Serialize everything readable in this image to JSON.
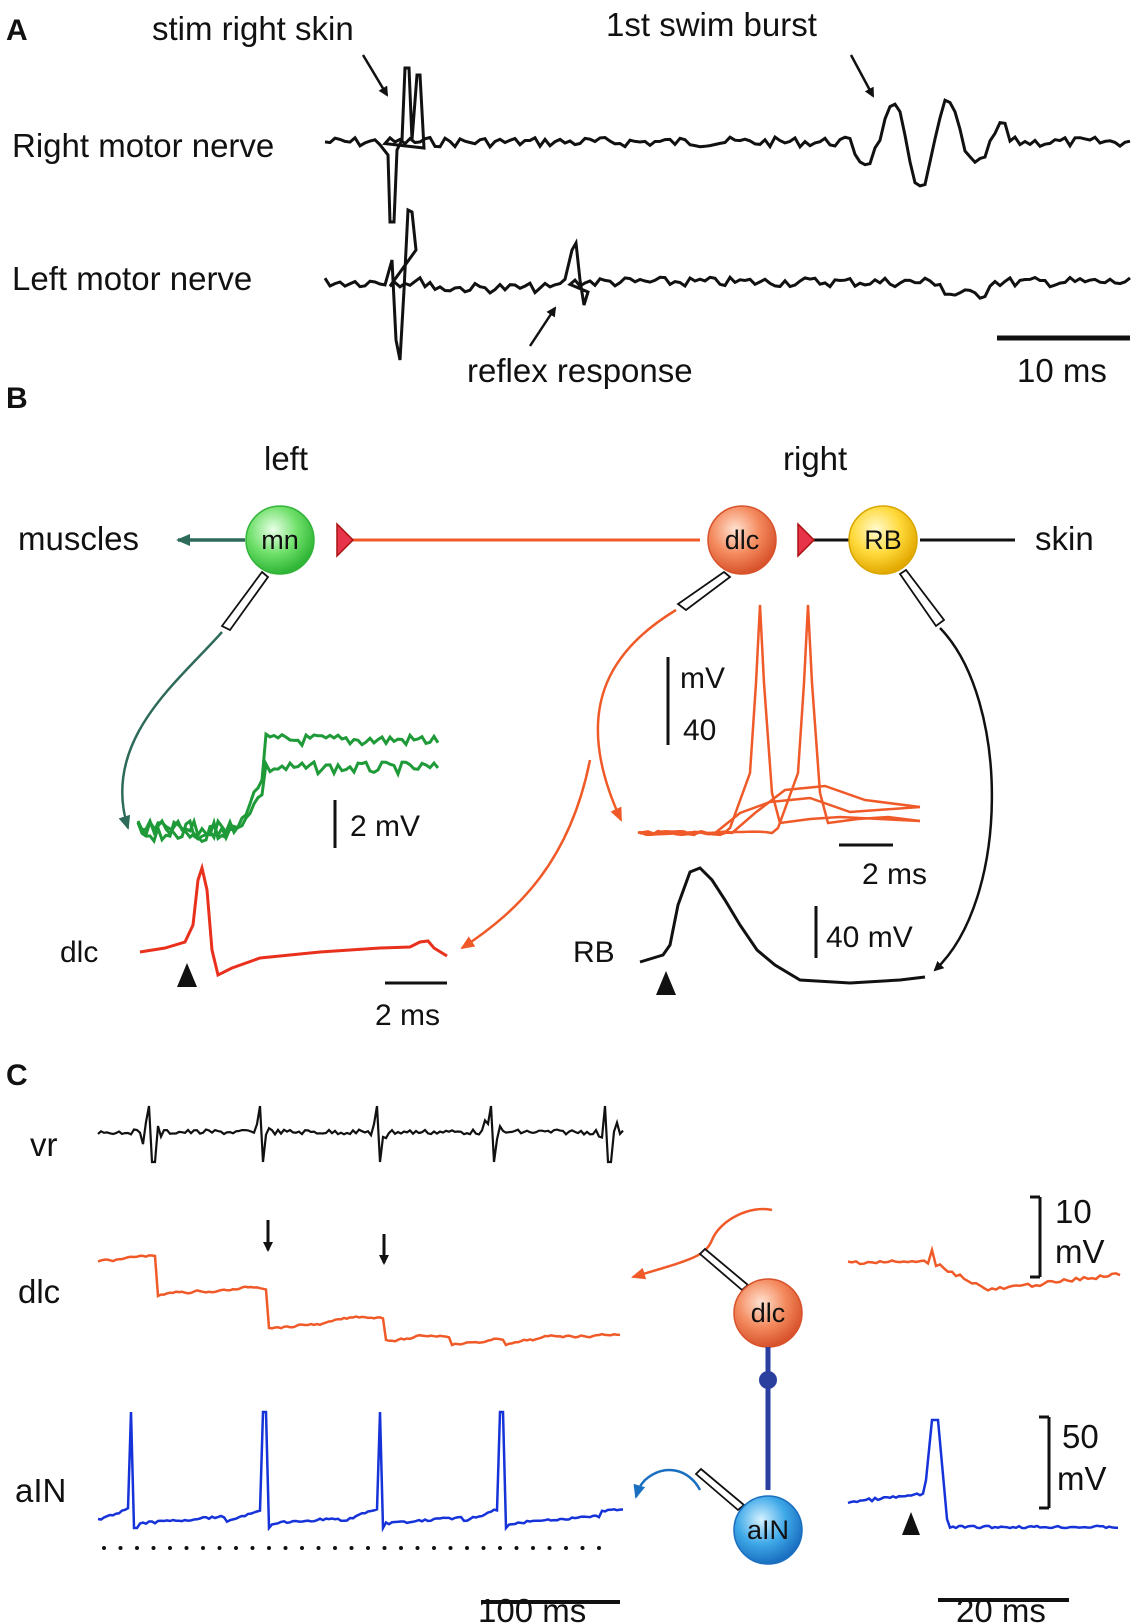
{
  "panels": {
    "a": "A",
    "b": "B",
    "c": "C"
  },
  "panel_a": {
    "annotation_stim": "stim right skin",
    "annotation_swim": "1st swim burst",
    "annotation_reflex": "reflex response",
    "trace_right": "Right motor nerve",
    "trace_left": "Left motor nerve",
    "scale_time": "10 ms"
  },
  "panel_b": {
    "side_left": "left",
    "side_right": "right",
    "label_muscles": "muscles",
    "label_skin": "skin",
    "cell_mn": "mn",
    "cell_dlc": "dlc",
    "cell_rb": "RB",
    "mn_scale_mv": "2 mV",
    "dlc_scale_mv": "mV",
    "dlc_scale_value": "40",
    "dlc_scale_time": "2 ms",
    "trace_dlc": "dlc",
    "trace_dlc_scale_time": "2 ms",
    "trace_rb": "RB",
    "rb_scale_mv": "40 mV"
  },
  "panel_c": {
    "trace_vr": "vr",
    "trace_dlc": "dlc",
    "trace_ain": "aIN",
    "cell_dlc": "dlc",
    "cell_ain": "aIN",
    "scale_top_value": "10",
    "scale_top_unit": "mV",
    "scale_bottom_value": "50",
    "scale_bottom_unit": "mV",
    "scale_time_main": "100 ms",
    "scale_time_inset": "20 ms"
  },
  "colors": {
    "trace_black": "#111111",
    "dlc_orange": "#f05a28",
    "mn_green": "#1f9a38",
    "ain_blue": "#1533d8",
    "mn_line": "#2e6a5a"
  }
}
